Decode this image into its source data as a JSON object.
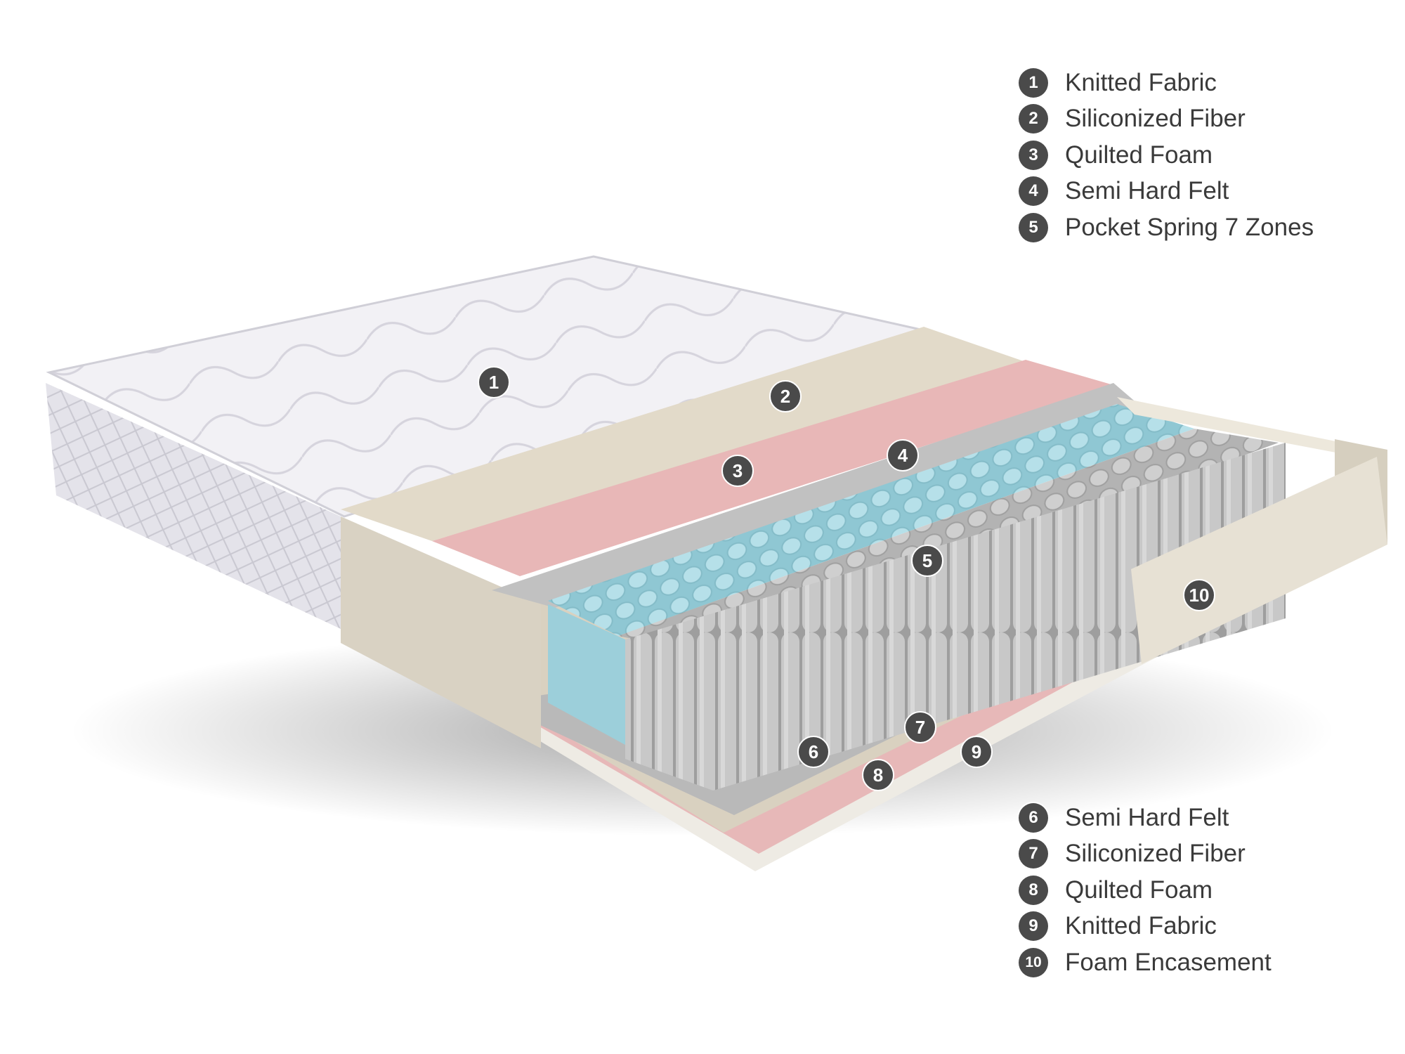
{
  "legend_top": [
    {
      "number": "1",
      "label": "Knitted Fabric"
    },
    {
      "number": "2",
      "label": "Siliconized Fiber"
    },
    {
      "number": "3",
      "label": "Quilted Foam"
    },
    {
      "number": "4",
      "label": "Semi Hard Felt"
    },
    {
      "number": "5",
      "label": "Pocket Spring 7 Zones"
    }
  ],
  "legend_bottom": [
    {
      "number": "6",
      "label": "Semi Hard Felt"
    },
    {
      "number": "7",
      "label": "Siliconized Fiber"
    },
    {
      "number": "8",
      "label": "Quilted Foam"
    },
    {
      "number": "9",
      "label": "Knitted Fabric"
    },
    {
      "number": "10",
      "label": "Foam Encasement"
    }
  ],
  "callouts": [
    "1",
    "2",
    "3",
    "4",
    "5",
    "6",
    "7",
    "8",
    "9",
    "10"
  ],
  "colors": {
    "badge": "#4a4a4a",
    "fabric": "#eeedf2",
    "fiber": "#e0d7c6",
    "quilted_foam": "#e6b3b3",
    "felt": "#bdbdbd",
    "spring_blue": "#a9d8e2",
    "spring_grey": "#bdbdbd",
    "foam_encasement": "#e5dfd2"
  }
}
